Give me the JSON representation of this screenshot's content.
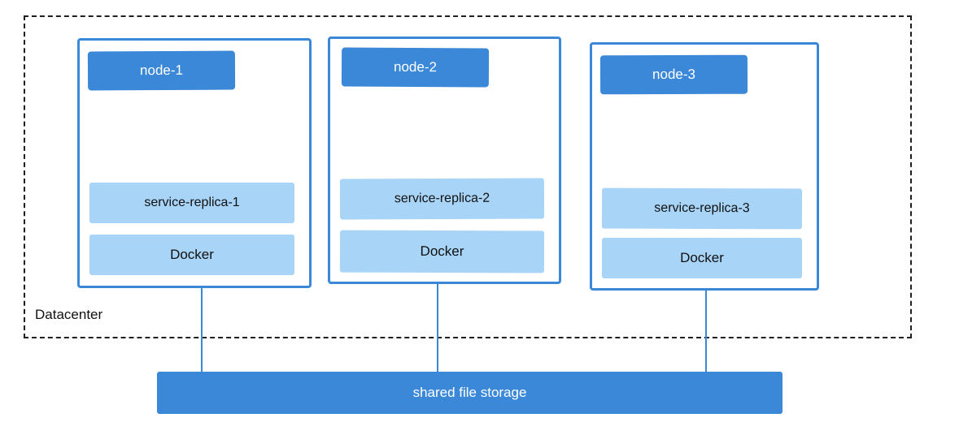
{
  "colors": {
    "primary": "#3b88d8",
    "light": "#a8d4f8",
    "dashed": "#1f1f1f",
    "text_dark": "#111111",
    "text_light": "#ffffff",
    "background": "#ffffff"
  },
  "datacenter": {
    "label": "Datacenter"
  },
  "nodes": [
    {
      "title": "node-1",
      "replica": "service-replica-1",
      "docker": "Docker"
    },
    {
      "title": "node-2",
      "replica": "service-replica-2",
      "docker": "Docker"
    },
    {
      "title": "node-3",
      "replica": "service-replica-3",
      "docker": "Docker"
    }
  ],
  "storage": {
    "label": "shared file storage"
  }
}
